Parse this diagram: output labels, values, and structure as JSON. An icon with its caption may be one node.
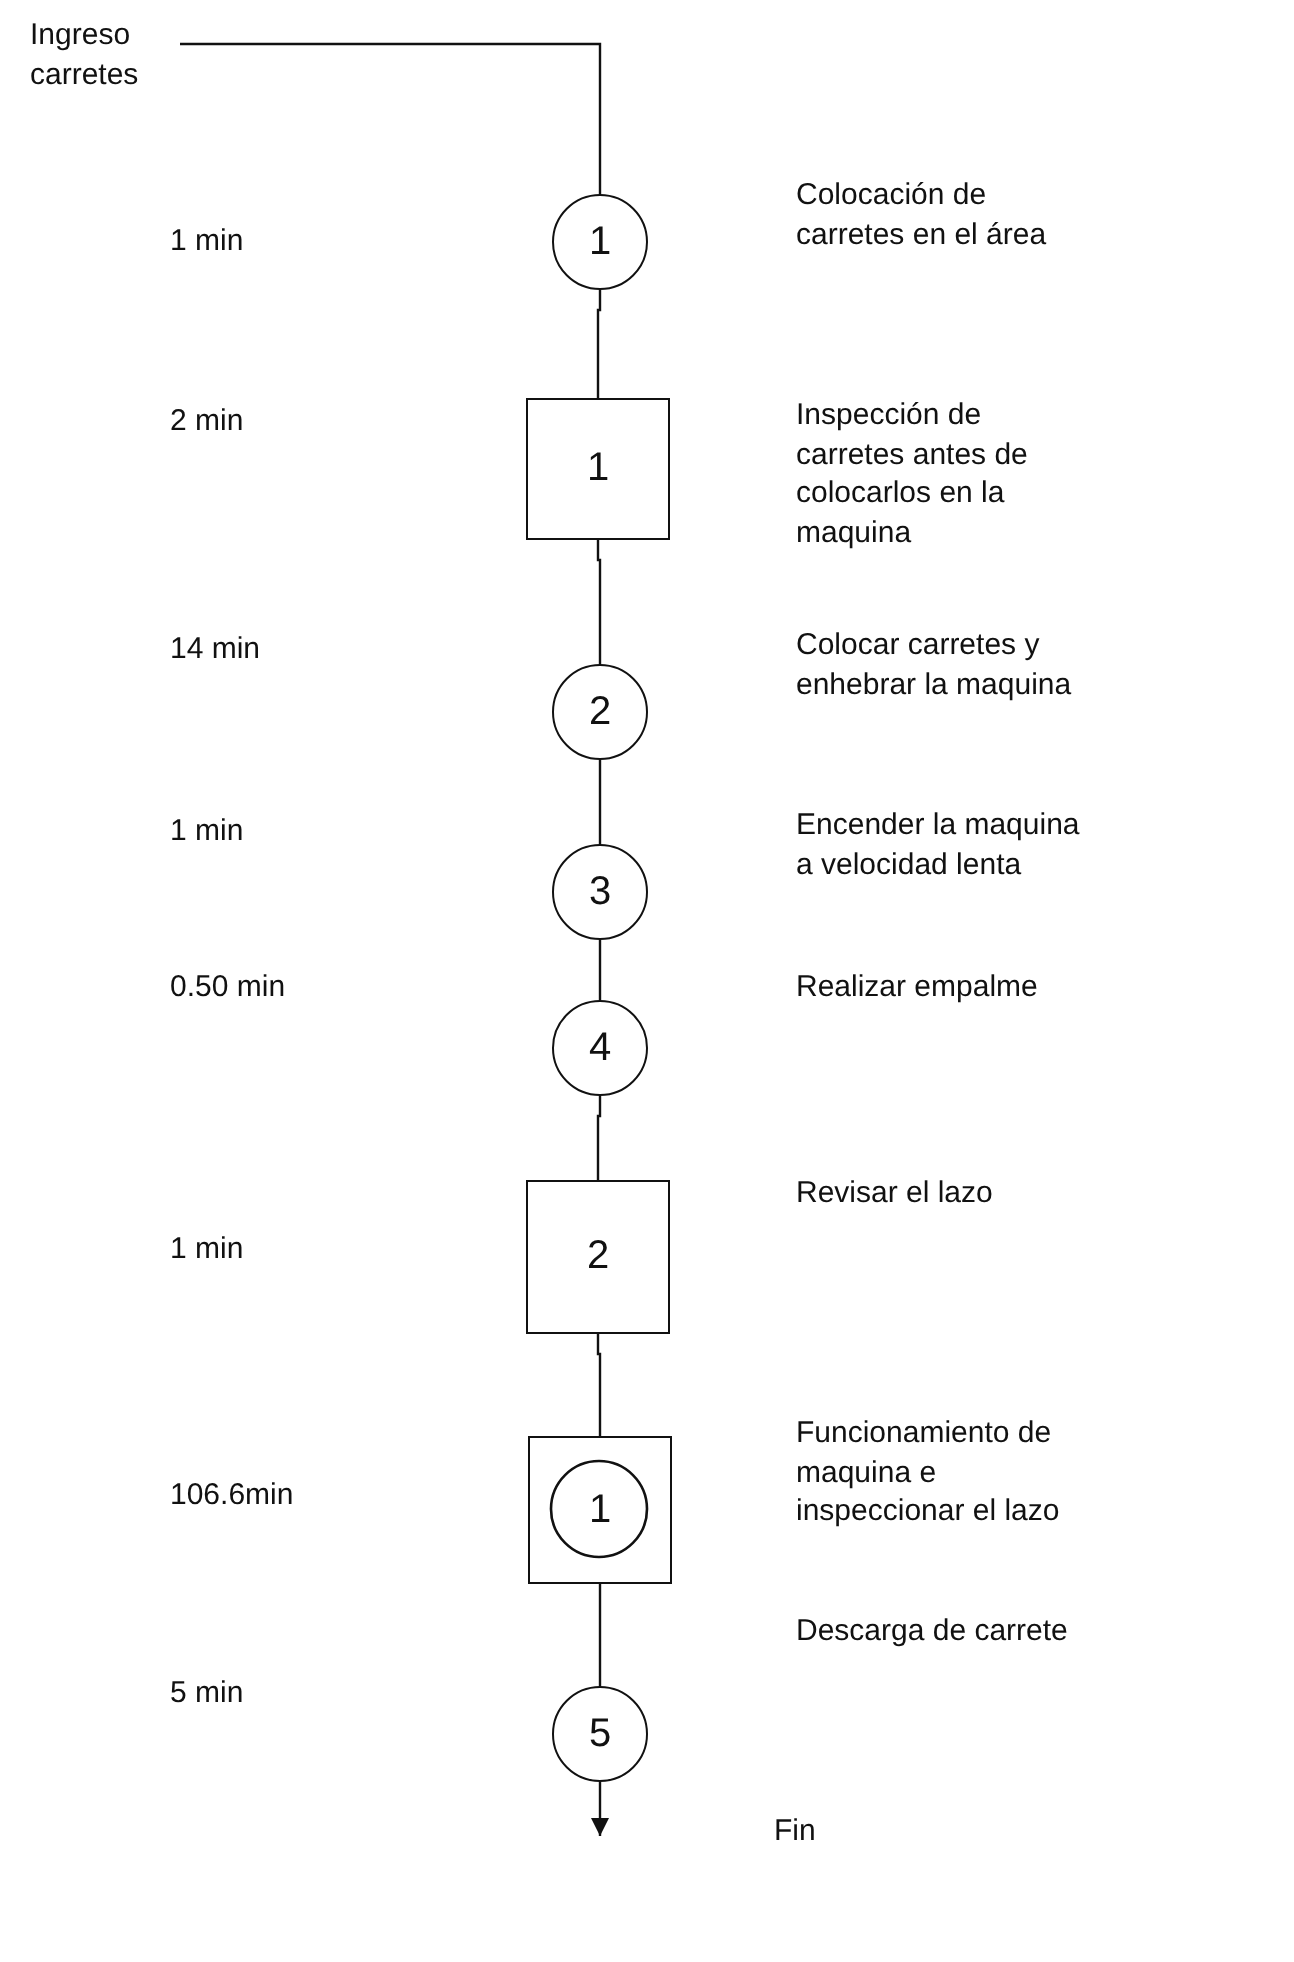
{
  "diagram": {
    "nodes": [
      {
        "text": [
          "Ingreso carretes"
        ]
      },
      {
        "text": [
          "1"
        ]
      },
      {
        "text": [
          "1"
        ]
      },
      {
        "text": [
          "2"
        ]
      },
      {
        "text": [
          "3"
        ]
      },
      {
        "text": [
          "4"
        ]
      },
      {
        "text": [
          "2"
        ]
      },
      {
        "text": [
          "1"
        ]
      },
      {
        "text": [
          "5"
        ]
      }
    ],
    "edges": [
      {
        "from": 0,
        "to": 1,
        "arrow": "none"
      },
      {
        "from": 1,
        "to": 2,
        "arrow": "none"
      },
      {
        "from": 2,
        "to": 3,
        "arrow": "none"
      },
      {
        "from": 3,
        "to": 4,
        "arrow": "none"
      },
      {
        "from": 4,
        "to": 5,
        "arrow": "none"
      },
      {
        "from": 5,
        "to": 6,
        "arrow": "none"
      },
      {
        "from": 6,
        "to": 7,
        "arrow": "none"
      },
      {
        "from": 7,
        "to": 8,
        "arrow": "none"
      },
      {
        "from": 8,
        "to": null,
        "arrow": "to"
      }
    ],
    "labels": [
      "1 min",
      "Colocación de carretes en el área",
      "2 min",
      "Inspección de carretes antes de colocarlos en la maquina",
      "14 min",
      "Colocar carretes y enhebrar la maquina",
      "1 min",
      "Encender la maquina a velocidad lenta",
      "0.50 min",
      "Realizar empalme",
      "Revisar el lazo",
      "1 min",
      "Funcionamiento de maquina e inspeccionar el lazo",
      "106.6min",
      "Descarga de carrete",
      "5 min",
      "Fin"
    ]
  }
}
